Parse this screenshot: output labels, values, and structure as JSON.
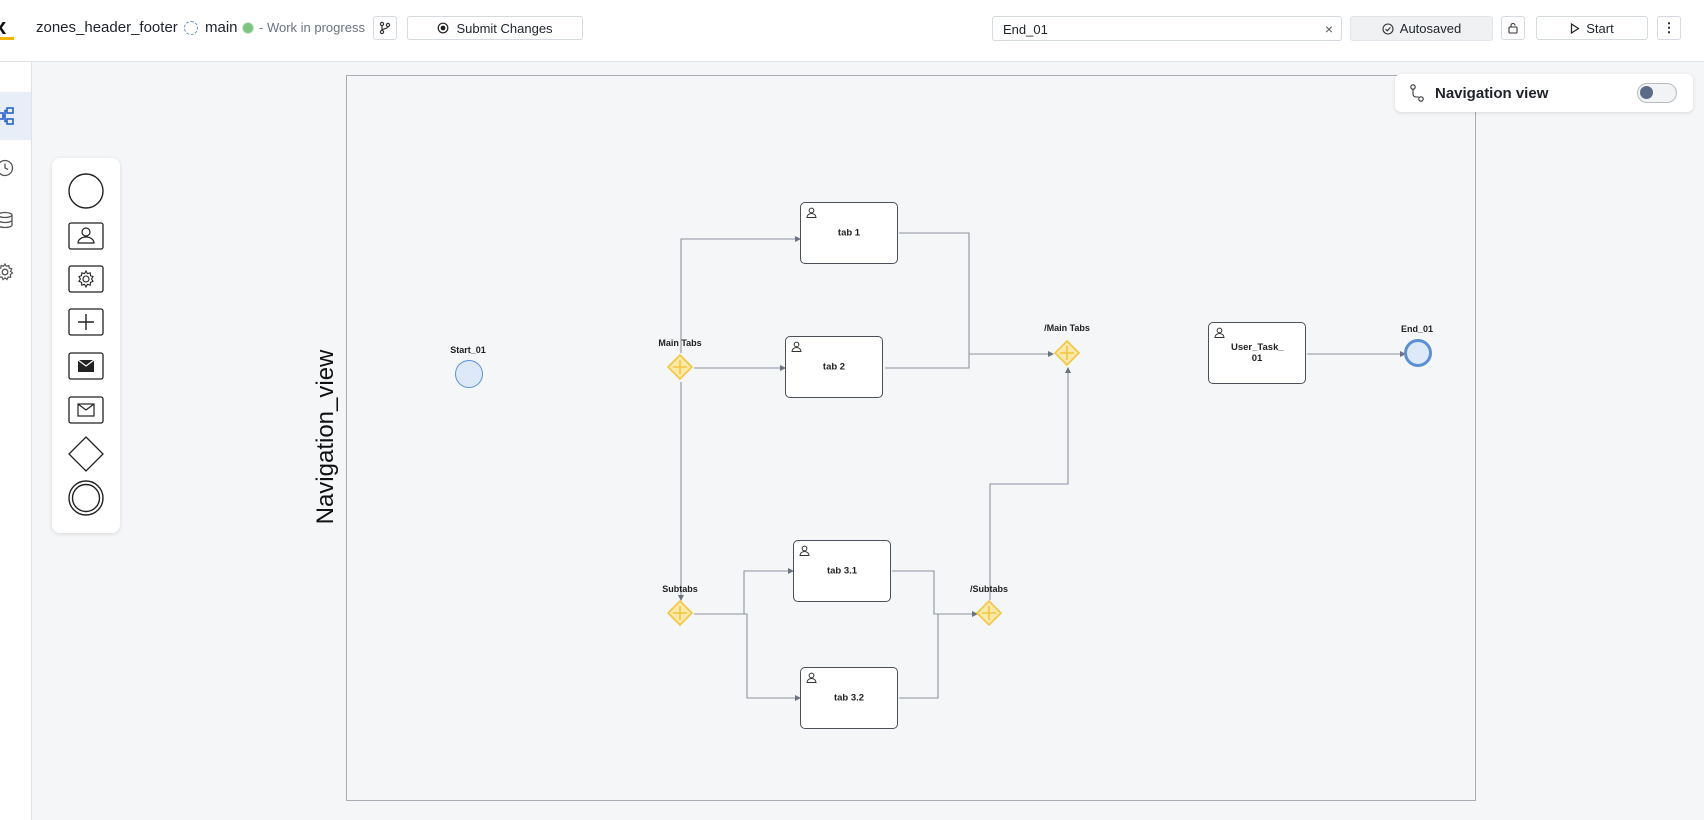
{
  "header": {
    "logo_text": "x",
    "project_name": "zones_header_footer",
    "branch": "main",
    "status": "- Work in progress",
    "submit_label": "Submit Changes",
    "search_value": "End_01",
    "search_clear": "×",
    "autosaved_label": "Autosaved",
    "start_label": "Start",
    "more_label": "⋮"
  },
  "sidebar": {
    "items": [
      {
        "name": "process-diagram",
        "active": true
      },
      {
        "name": "history",
        "active": false
      },
      {
        "name": "data",
        "active": false
      },
      {
        "name": "settings",
        "active": false
      }
    ]
  },
  "palette": {
    "items": [
      "start-event",
      "user-task",
      "service-task",
      "parallel-gateway",
      "send-task",
      "receive-task",
      "exclusive-gateway",
      "end-event"
    ]
  },
  "navigation_panel": {
    "title": "Navigation view",
    "toggle_on": false
  },
  "diagram": {
    "pool_label": "Navigation_view",
    "events": {
      "start": {
        "label": "Start_01"
      },
      "end": {
        "label": "End_01"
      }
    },
    "gateways": {
      "main_tabs": {
        "label": "Main Tabs"
      },
      "main_tabs_close": {
        "label": "/Main Tabs"
      },
      "subtabs": {
        "label": "Subtabs"
      },
      "subtabs_close": {
        "label": "/Subtabs"
      }
    },
    "tasks": {
      "tab1": "tab 1",
      "tab2": "tab 2",
      "tab31": "tab 3.1",
      "tab32": "tab 3.2",
      "user_task": "User_Task_ 01"
    }
  },
  "colors": {
    "accent": "#5b8fd6",
    "gateway": "#f5c542",
    "brand_yellow": "#f5b400"
  }
}
